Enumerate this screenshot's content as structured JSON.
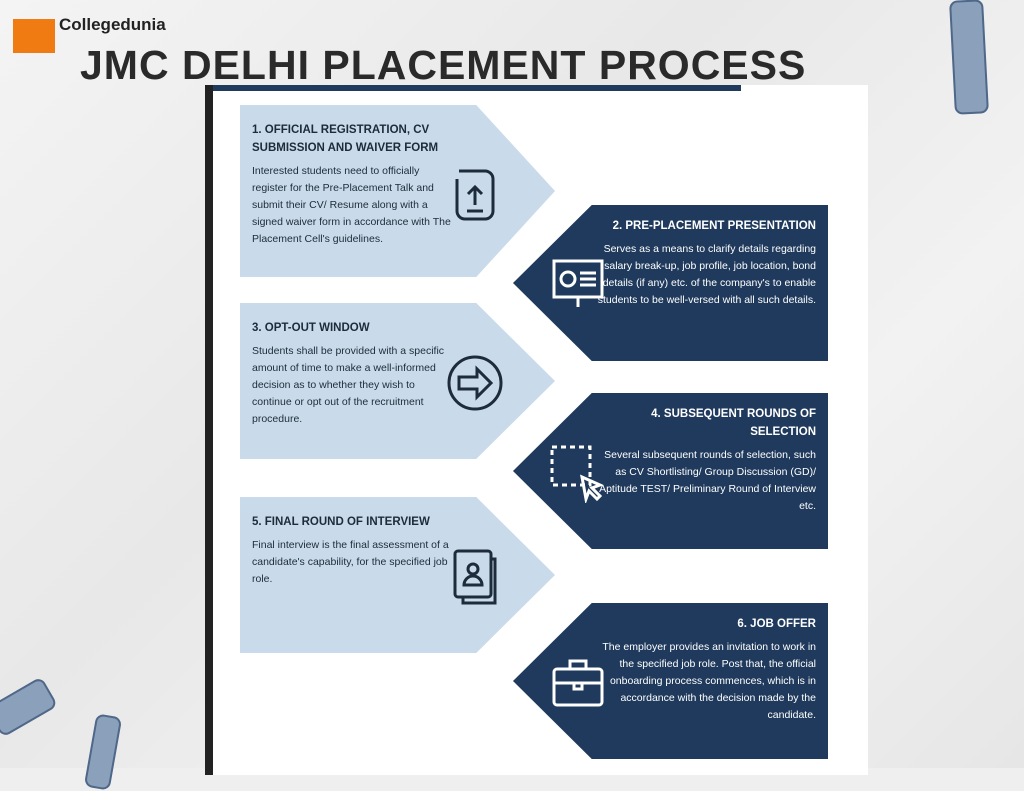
{
  "brand": "Collegedunia",
  "title": "JMC DELHI PLACEMENT PROCESS",
  "colors": {
    "light": "#c9dbea",
    "dark": "#1f3a5c",
    "logo": "#f07b12"
  },
  "steps": [
    {
      "title": "1. OFFICIAL REGISTRATION, CV SUBMISSION AND WAIVER FORM",
      "text": "Interested students need to officially register for the Pre-Placement Talk and submit their CV/ Resume along with a signed waiver form in accordance with The Placement Cell's guidelines.",
      "icon": "upload-document-icon"
    },
    {
      "title": "2. PRE-PLACEMENT PRESENTATION",
      "text": "Serves as a means to clarify details regarding salary break-up, job profile, job location, bond details (if any) etc. of the company's to enable students to be well-versed with all such details.",
      "icon": "presentation-board-icon"
    },
    {
      "title": "3. OPT-OUT WINDOW",
      "text": "Students shall be provided with a specific amount of time to make a well-informed decision as to whether they wish to continue or opt out of the recruitment procedure.",
      "icon": "arrow-circle-icon"
    },
    {
      "title": "4. SUBSEQUENT ROUNDS OF SELECTION",
      "text": "Several subsequent rounds of selection, such as CV Shortlisting/ Group Discussion (GD)/ Aptitude TEST/ Preliminary Round of Interview etc.",
      "icon": "selection-cursor-icon"
    },
    {
      "title": "5. FINAL ROUND OF INTERVIEW",
      "text": "Final interview is the final assessment of a candidate's capability, for the specified job role.",
      "icon": "profile-document-icon"
    },
    {
      "title": "6. JOB OFFER",
      "text": "The employer provides an invitation to work in the specified job role. Post that, the official onboarding process commences, which is in accordance with the decision made by the candidate.",
      "icon": "briefcase-icon"
    }
  ]
}
